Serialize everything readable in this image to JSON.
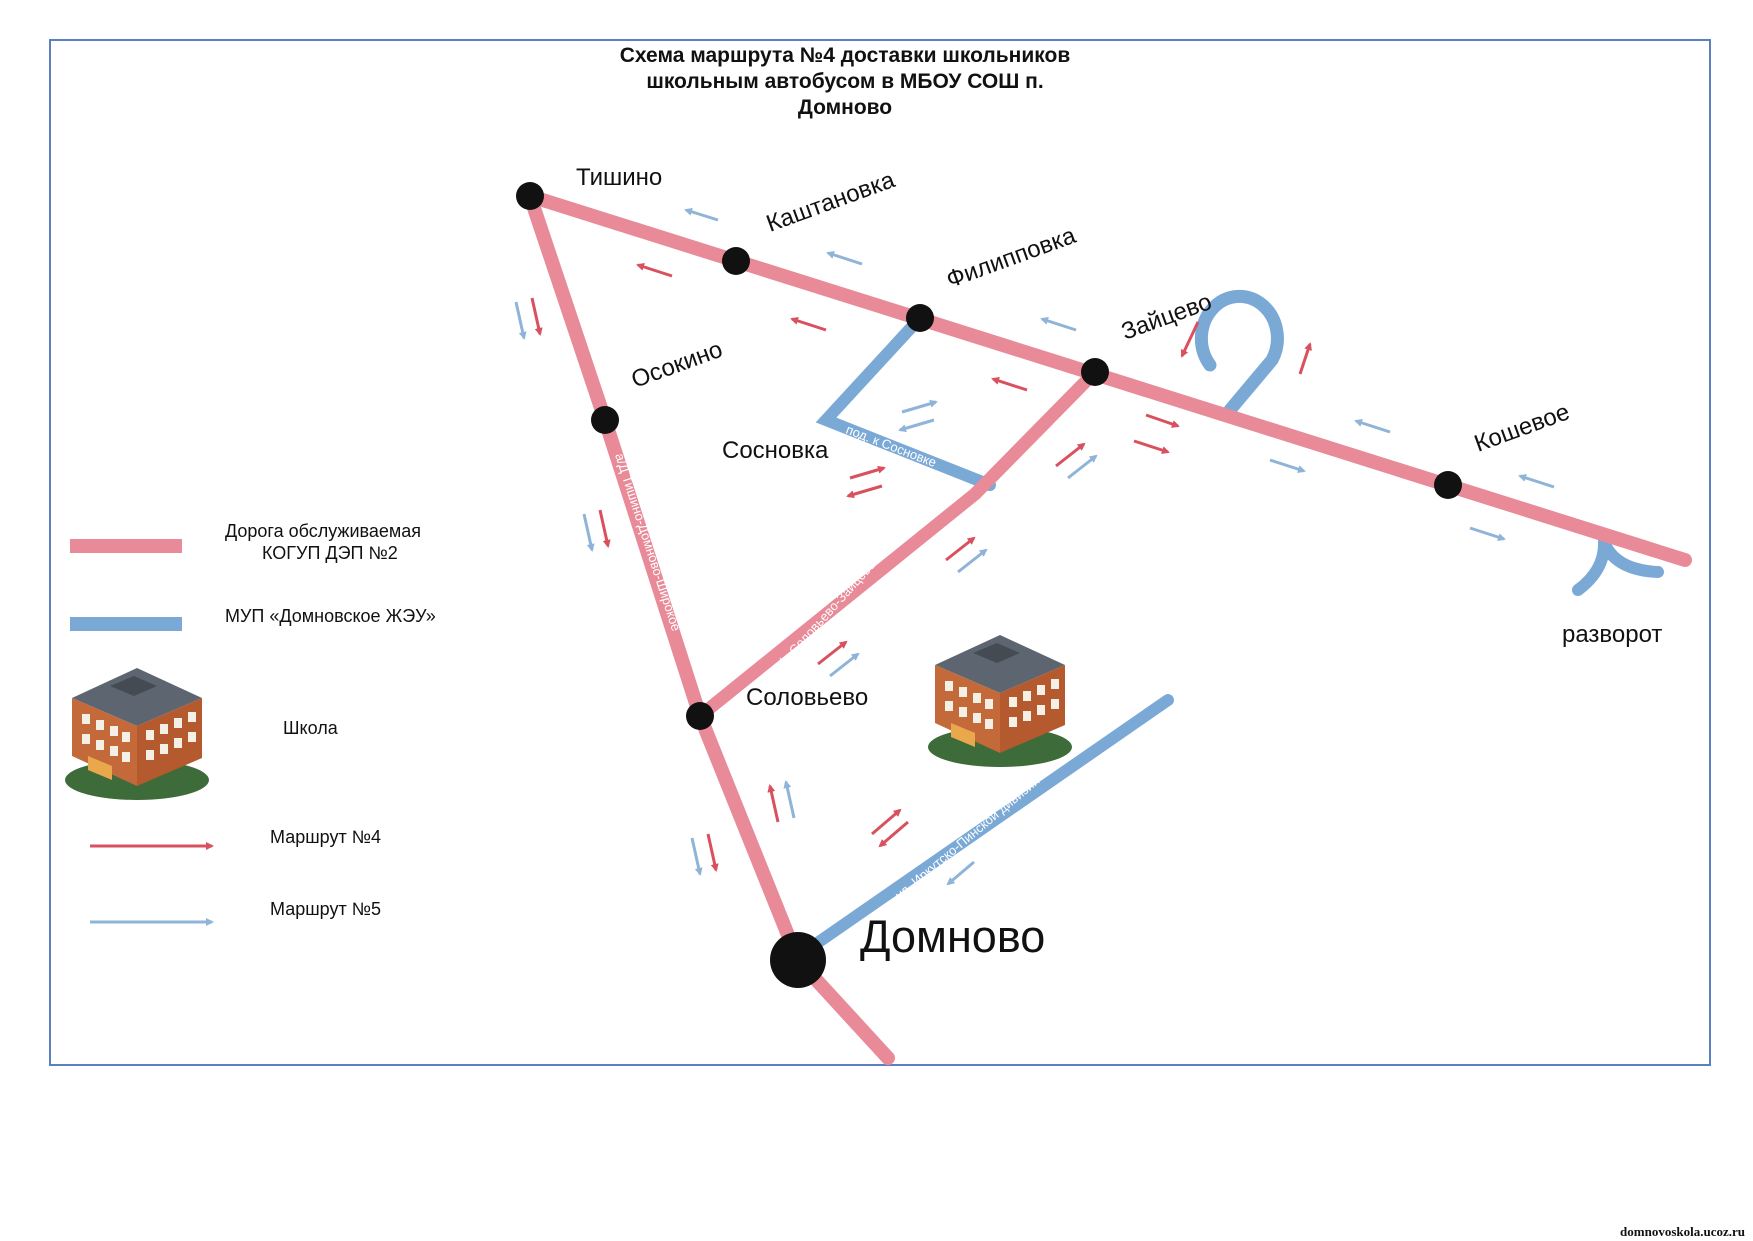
{
  "title": {
    "line1": "Схема маршрута №4 доставки школьников",
    "line2": "школьным автобусом в МБОУ СОШ п.",
    "line3": "Домново"
  },
  "places": {
    "tishino": "Тишино",
    "kashtanovka": "Каштановка",
    "filippovka": "Филипповка",
    "zaitsevo": "Зайцево",
    "koshevoe": "Кошевое",
    "osokino": "Осокино",
    "sosnovka": "Сосновка",
    "solovevo": "Соловьево",
    "domnovo": "Домново",
    "razvorot": "разворот"
  },
  "roads": {
    "tishino_domnovo": "а/Д Тишино-Домново-Широкое",
    "solovevo_zaitsevo": "а/д Соловьево-Зайцево",
    "to_sosnovka": "под. к Сосновке",
    "irkutsk_street": "ул. Иркутско-Пинской дивизии"
  },
  "legend": {
    "pink_road": {
      "line1": "Дорога обслуживаемая",
      "line2": "КОГУП ДЭП №2"
    },
    "blue_road": "МУП «Домновское ЖЭУ»",
    "school": "Школа",
    "route4": "Маршрут №4",
    "route5": "Маршрут №5"
  },
  "colors": {
    "pink_road": "#e88a98",
    "blue_road": "#7ba9d6",
    "route4_arrow": "#d9505f",
    "route5_arrow": "#8fb4d8",
    "frame": "#5b7fc0",
    "school_roof": "#5d6670",
    "school_wall": "#c46a3a"
  },
  "icons": {
    "school": "school-building-icon",
    "node": "settlement-dot-icon"
  },
  "watermark": "domnovoskola.ucoz.ru"
}
